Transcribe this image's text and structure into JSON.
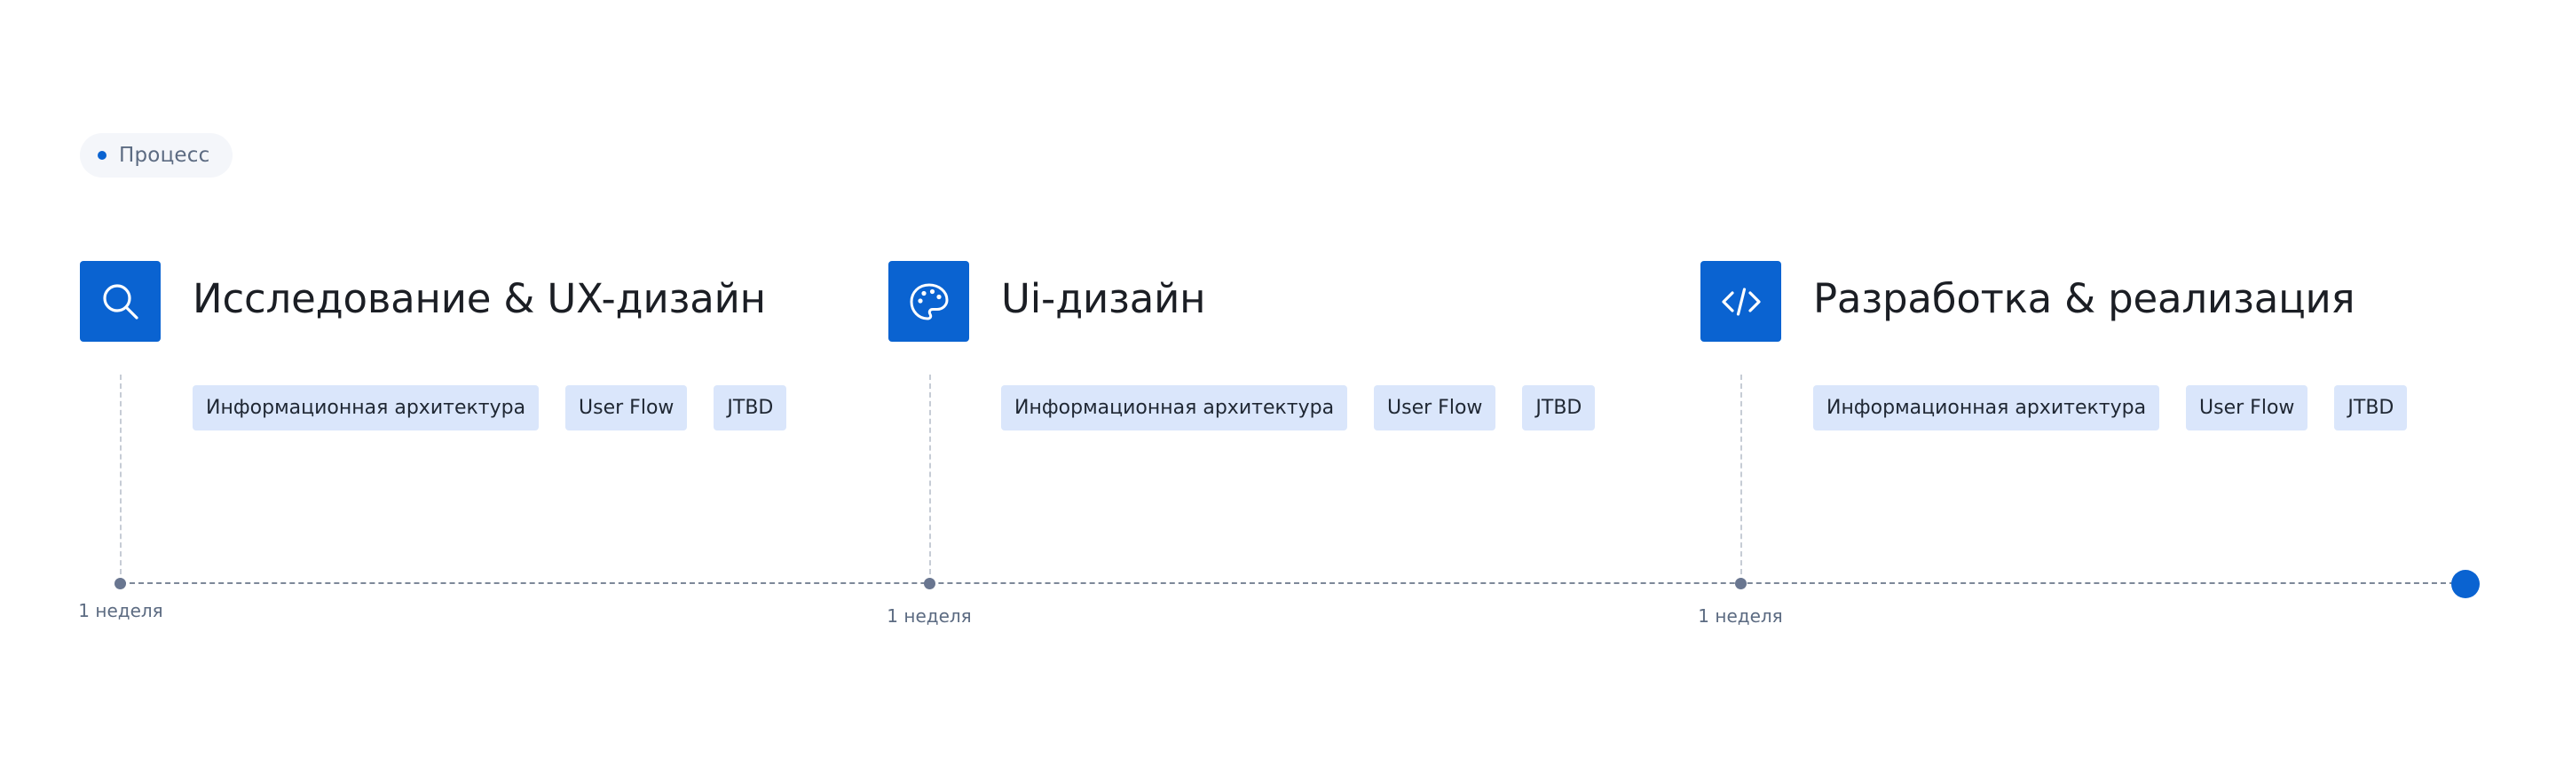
{
  "badge": {
    "label": "Процесс"
  },
  "colors": {
    "accent": "#0a63d1",
    "tag_background": "#dae6fb",
    "timeline": "#7d8899"
  },
  "stages": [
    {
      "title": "Исследование & UX-дизайн",
      "icon": "search-icon",
      "tags": [
        "Информационная архитектура",
        "User Flow",
        "JTBD"
      ],
      "duration": "1 неделя"
    },
    {
      "title": "Ui-дизайн",
      "icon": "palette-icon",
      "tags": [
        "Информационная архитектура",
        "User Flow",
        "JTBD"
      ],
      "duration": "1 неделя"
    },
    {
      "title": "Разработка & реализация",
      "icon": "code-icon",
      "tags": [
        "Информационная архитектура",
        "User Flow",
        "JTBD"
      ],
      "duration": "1 неделя"
    }
  ]
}
